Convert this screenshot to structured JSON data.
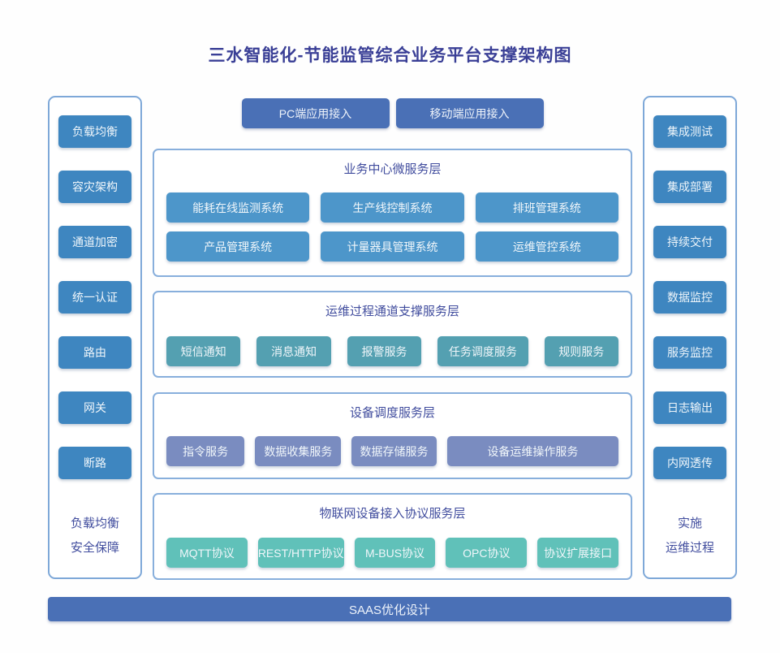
{
  "title": "三水智能化-节能监管综合业务平台支撑架构图",
  "colors": {
    "title_text": "#3a3f96",
    "section_text": "#414d9e",
    "panel_border": "#7ea8d8",
    "sidebar_node": "#3e86c0",
    "business_node": "#4d96ca",
    "channel_node": "#54a0b1",
    "device_node": "#7a8cc0",
    "protocol_node": "#60c1b9",
    "access_node": "#4a70b6"
  },
  "top_buttons": [
    {
      "label": "PC端应用接入"
    },
    {
      "label": "移动端应用接入"
    }
  ],
  "left_panel": {
    "items": [
      "负载均衡",
      "容灾架构",
      "通道加密",
      "统一认证",
      "路由",
      "网关",
      "断路"
    ],
    "caption_lines": [
      "负载均衡",
      "安全保障"
    ]
  },
  "right_panel": {
    "items": [
      "集成测试",
      "集成部署",
      "持续交付",
      "数据监控",
      "服务监控",
      "日志输出",
      "内网透传"
    ],
    "caption_lines": [
      "实施",
      "运维过程"
    ]
  },
  "sections": [
    {
      "title": "业务中心微服务层",
      "rows": [
        [
          "能耗在线监测系统",
          "生产线控制系统",
          "排班管理系统"
        ],
        [
          "产品管理系统",
          "计量器具管理系统",
          "运维管控系统"
        ]
      ]
    },
    {
      "title": "运维过程通道支撑服务层",
      "rows": [
        [
          "短信通知",
          "消息通知",
          "报警服务",
          "任务调度服务",
          "规则服务"
        ]
      ]
    },
    {
      "title": "设备调度服务层",
      "rows": [
        [
          "指令服务",
          "数据收集服务",
          "数据存储服务",
          "设备运维操作服务"
        ]
      ]
    },
    {
      "title": "物联网设备接入协议服务层",
      "rows": [
        [
          "MQTT协议",
          "REST/HTTP协议",
          "M-BUS协议",
          "OPC协议",
          "协议扩展接口"
        ]
      ]
    }
  ],
  "footer": {
    "label": "SAAS优化设计"
  }
}
